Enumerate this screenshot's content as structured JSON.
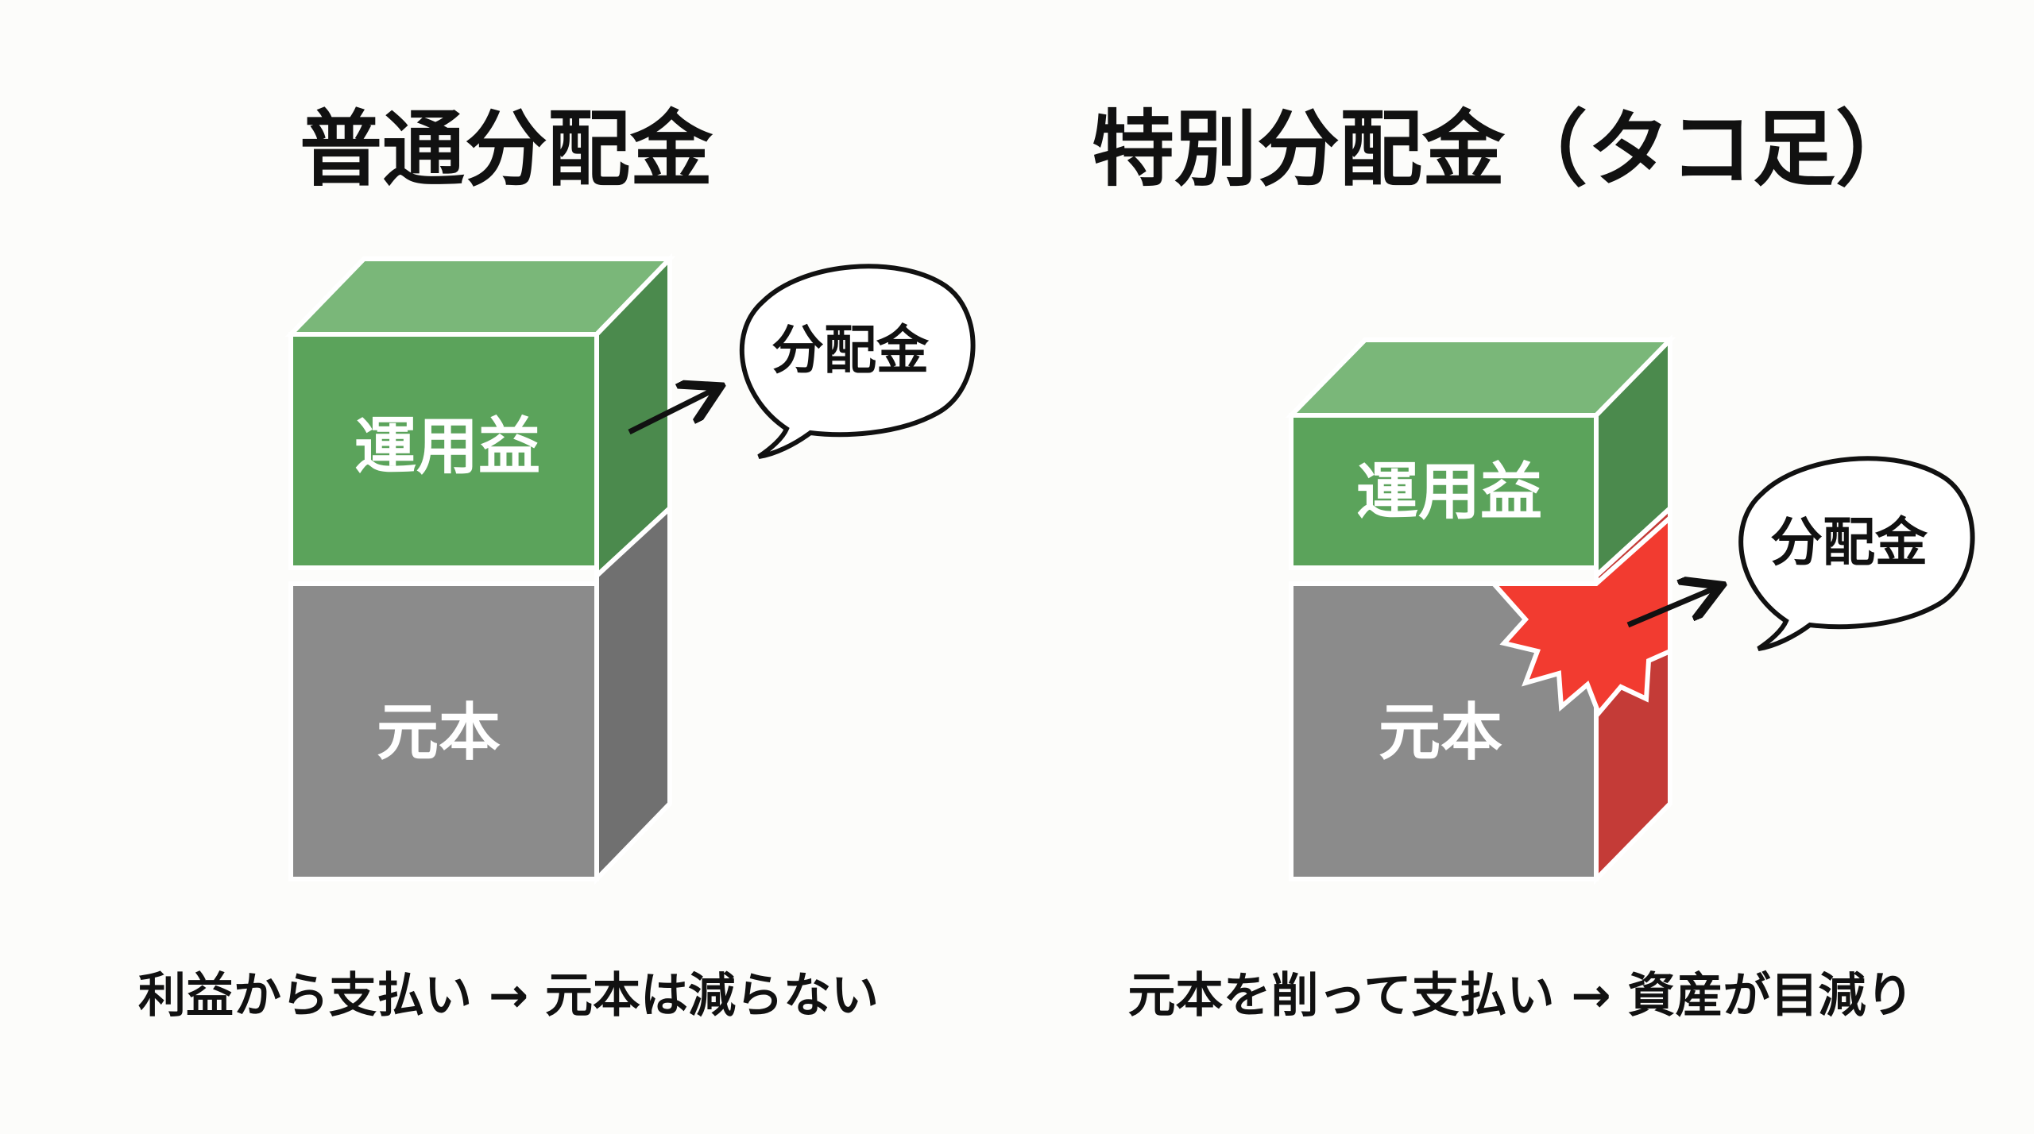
{
  "left": {
    "title": "普通分配金",
    "top_block": "運用益",
    "bottom_block": "元本",
    "bubble": "分配金",
    "caption": "利益から支払い → 元本は減らない"
  },
  "right": {
    "title": "特別分配金（タコ足）",
    "top_block": "運用益",
    "bottom_block": "元本",
    "bubble": "分配金",
    "caption": "元本を削って支払い → 資産が目減り"
  },
  "colors": {
    "green_front": "#5ba35b",
    "green_top": "#7ab779",
    "green_side": "#4b8a4d",
    "gray_front": "#8b8b8b",
    "gray_side": "#707070",
    "red": "#f23b30",
    "red_side": "#c43b37"
  }
}
